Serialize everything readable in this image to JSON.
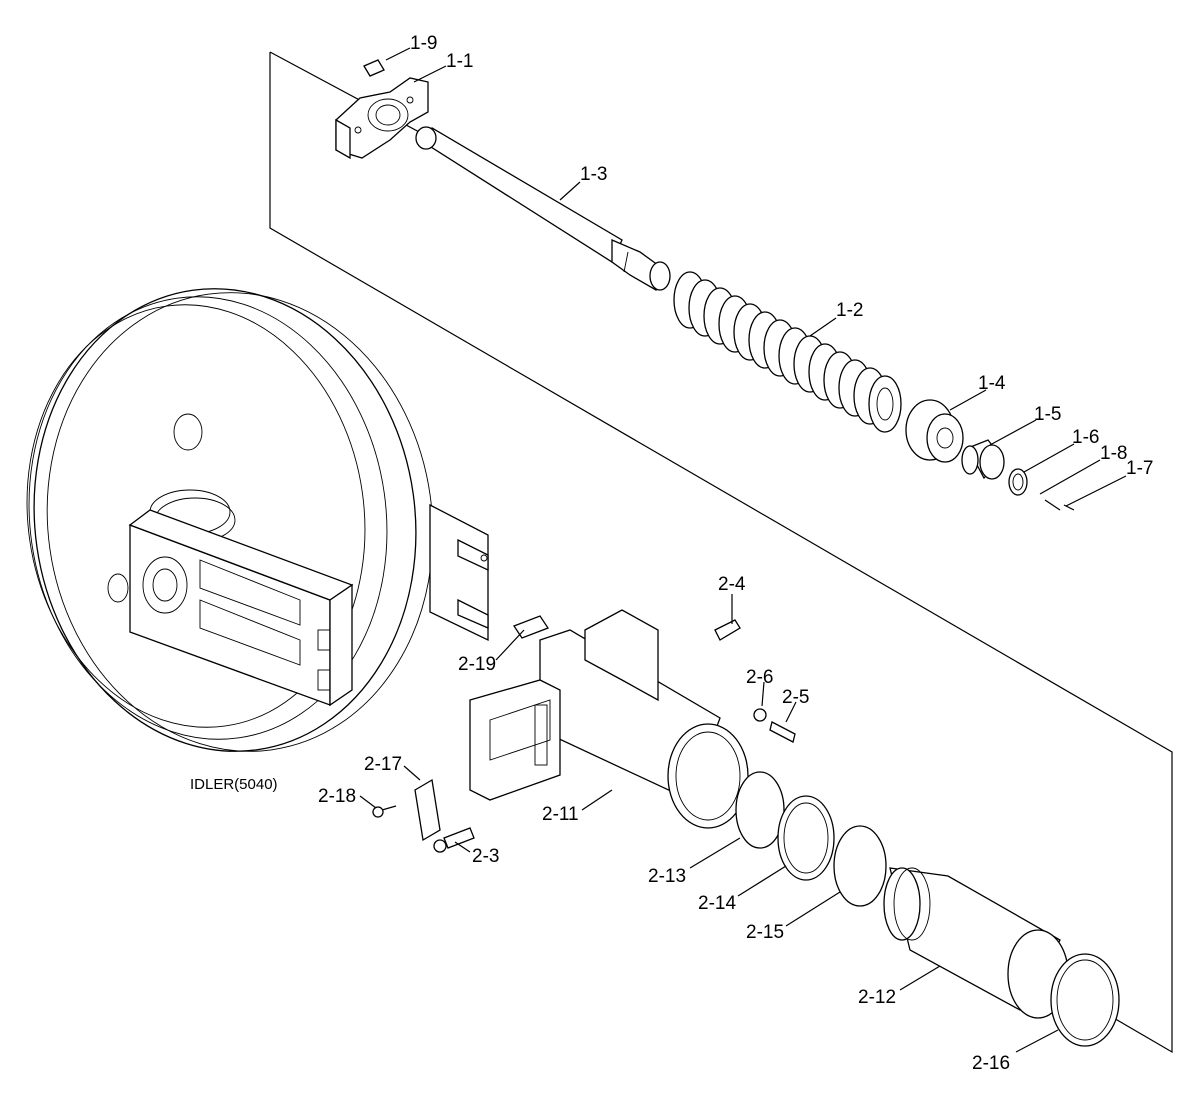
{
  "caption": "IDLER(5040)",
  "labels": {
    "l1_9": "1-9",
    "l1_1": "1-1",
    "l1_3": "1-3",
    "l1_2": "1-2",
    "l1_4": "1-4",
    "l1_5": "1-5",
    "l1_6": "1-6",
    "l1_8": "1-8",
    "l1_7": "1-7",
    "l2_4": "2-4",
    "l2_19": "2-19",
    "l2_6": "2-6",
    "l2_5": "2-5",
    "l2_17": "2-17",
    "l2_18": "2-18",
    "l2_11": "2-11",
    "l2_3": "2-3",
    "l2_13": "2-13",
    "l2_14": "2-14",
    "l2_15": "2-15",
    "l2_12": "2-12",
    "l2_16": "2-16"
  }
}
